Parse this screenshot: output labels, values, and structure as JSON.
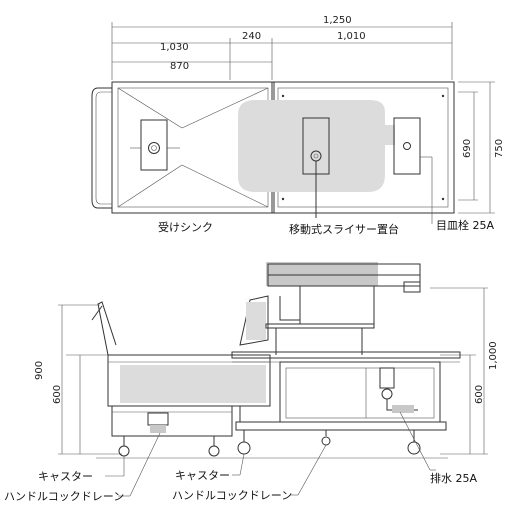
{
  "dimensions": {
    "total_width": "1,250",
    "sink_width": "1,030",
    "sink_inner": "870",
    "overlap": "240",
    "stand_width": "1,010",
    "inner_depth": "690",
    "outer_depth": "750",
    "height_total": "900",
    "height_sink": "600",
    "height_stand_total": "1,000",
    "height_stand": "600"
  },
  "labels": {
    "receiving_sink": "受けシンク",
    "mobile_stand": "移動式スライサー置台",
    "drain_plug": "目皿栓 25A",
    "caster_left": "キャスター",
    "handle_drain_left": "ハンドルコックドレーン",
    "caster_right": "キャスター",
    "handle_drain_right": "ハンドルコックドレーン",
    "drain_out": "排水 25A"
  }
}
